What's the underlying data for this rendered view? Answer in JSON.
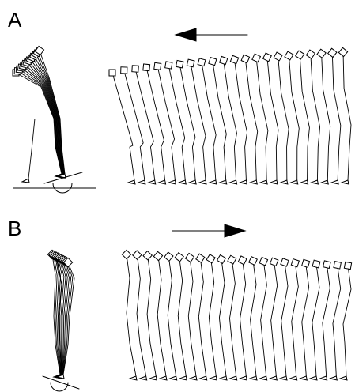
{
  "panels": [
    {
      "letter": "A",
      "arrow": "left",
      "frames": 22
    },
    {
      "letter": "B",
      "arrow": "right",
      "frames": 22
    }
  ],
  "colors": {
    "ink": "#000000",
    "background": "#ffffff"
  }
}
